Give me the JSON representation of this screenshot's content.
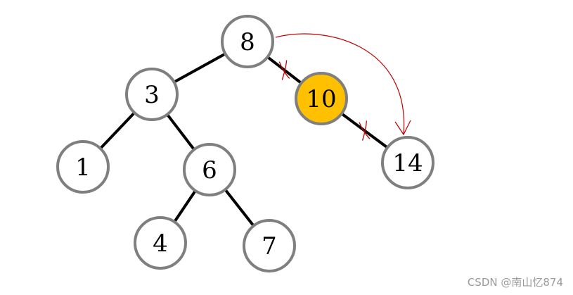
{
  "diagram": {
    "nodes": [
      {
        "id": "n8",
        "label": "8",
        "highlighted": false
      },
      {
        "id": "n3",
        "label": "3",
        "highlighted": false
      },
      {
        "id": "n10",
        "label": "10",
        "highlighted": true
      },
      {
        "id": "n1",
        "label": "1",
        "highlighted": false
      },
      {
        "id": "n6",
        "label": "6",
        "highlighted": false
      },
      {
        "id": "n14",
        "label": "14",
        "highlighted": false
      },
      {
        "id": "n4",
        "label": "4",
        "highlighted": false
      },
      {
        "id": "n7",
        "label": "7",
        "highlighted": false
      }
    ],
    "edges": [
      {
        "from": "n8",
        "to": "n3",
        "crossed_out": false
      },
      {
        "from": "n8",
        "to": "n10",
        "crossed_out": true
      },
      {
        "from": "n3",
        "to": "n1",
        "crossed_out": false
      },
      {
        "from": "n3",
        "to": "n6",
        "crossed_out": false
      },
      {
        "from": "n10",
        "to": "n14",
        "crossed_out": true
      },
      {
        "from": "n6",
        "to": "n4",
        "crossed_out": false
      },
      {
        "from": "n6",
        "to": "n7",
        "crossed_out": false
      }
    ],
    "arrows": [
      {
        "from": "n8",
        "to": "n14"
      }
    ]
  },
  "colors": {
    "node_fill": "#ffffff",
    "node_stroke": "#7f7f7f",
    "highlight_fill": "#ffc000",
    "edge": "#000000",
    "annotation": "#c00000"
  },
  "watermark": "CSDN @南山忆874"
}
